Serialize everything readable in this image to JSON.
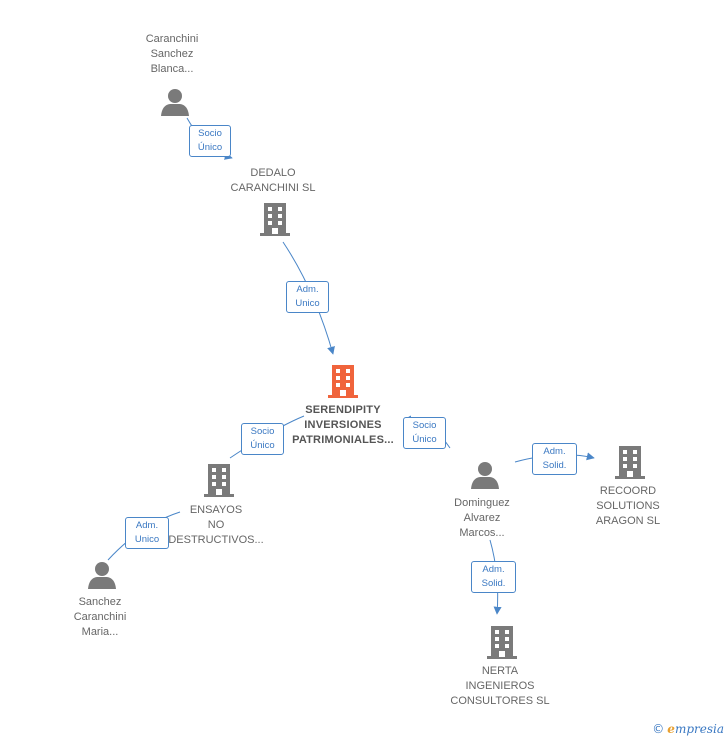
{
  "nodes": {
    "caranchini_blanca": {
      "lines": [
        "Caranchini",
        "Sanchez",
        "Blanca..."
      ],
      "type": "person"
    },
    "dedalo": {
      "lines": [
        "DEDALO",
        "CARANCHINI SL"
      ],
      "type": "company"
    },
    "serendipity": {
      "lines": [
        "SERENDIPITY",
        "INVERSIONES",
        "PATRIMONIALES..."
      ],
      "type": "company-main"
    },
    "ensayos": {
      "lines": [
        "ENSAYOS",
        "NO",
        "DESTRUCTIVOS..."
      ],
      "type": "company"
    },
    "sanchez_maria": {
      "lines": [
        "Sanchez",
        "Caranchini",
        "Maria..."
      ],
      "type": "person"
    },
    "dominguez": {
      "lines": [
        "Dominguez",
        "Alvarez",
        "Marcos..."
      ],
      "type": "person"
    },
    "recoord": {
      "lines": [
        "RECOORD",
        "SOLUTIONS",
        "ARAGON SL"
      ],
      "type": "company"
    },
    "nerta": {
      "lines": [
        "NERTA",
        "INGENIEROS",
        "CONSULTORES SL"
      ],
      "type": "company"
    }
  },
  "edges": {
    "blanca_dedalo": [
      "Socio",
      "Único"
    ],
    "dedalo_serendipity": [
      "Adm.",
      "Unico"
    ],
    "ensayos_serendipity": [
      "Socio",
      "Único"
    ],
    "dominguez_serendipity": [
      "Socio",
      "Único"
    ],
    "maria_ensayos": [
      "Adm.",
      "Unico"
    ],
    "dominguez_recoord": [
      "Adm.",
      "Solid."
    ],
    "dominguez_nerta": [
      "Adm.",
      "Solid."
    ]
  },
  "colors": {
    "edge": "#4a86c8",
    "node_icon": "#7a7a7a",
    "main_icon": "#f0643c",
    "label_text": "#666666"
  },
  "icons": {
    "person": "person-icon",
    "company": "building-icon",
    "company-main": "building-icon-highlight"
  },
  "brand": {
    "copyright": "©",
    "e": "e",
    "rest": "mpresia"
  }
}
